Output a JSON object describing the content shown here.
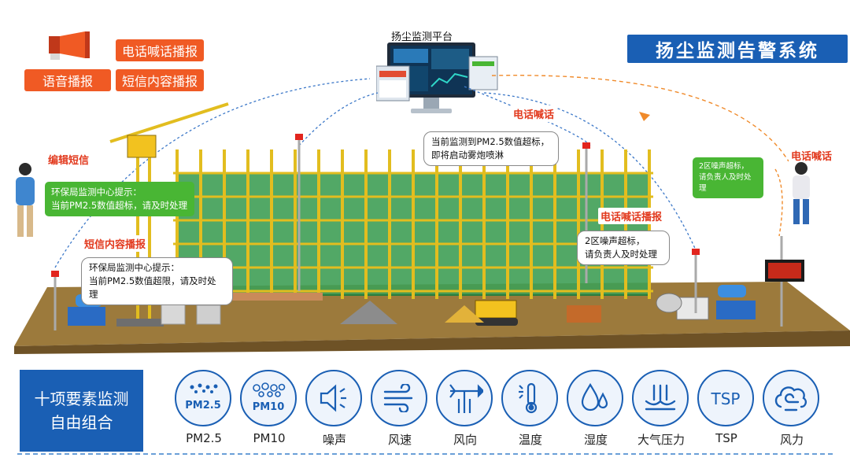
{
  "title": "扬尘监测告警系统",
  "platform_label": "扬尘监测平台",
  "tags": {
    "phone_broadcast": "电话喊话播报",
    "voice_broadcast": "语音播报",
    "sms_broadcast": "短信内容播报"
  },
  "red_labels": {
    "edit_sms": "编辑短信",
    "sms_broadcast": "短信内容播报",
    "phone_call_center": "电话喊话",
    "phone_broadcast_right": "电话喊话播报",
    "phone_call_right": "电话喊话"
  },
  "messages": {
    "green_left": [
      "环保局监测中心提示：",
      "当前PM2.5数值超标，请及时处理"
    ],
    "bubble_left": [
      "环保局监测中心提示：",
      "当前PM2.5数值超限，请及时处理"
    ],
    "bubble_center": [
      "当前监测到PM2.5数值超标，",
      "即将启动雾炮喷淋"
    ],
    "bubble_right": [
      "2区噪声超标，",
      "请负责人及时处理"
    ],
    "green_right": [
      "2区噪声超标，",
      "请负责人及时处理"
    ]
  },
  "panel": {
    "heading_line1": "十项要素监测",
    "heading_line2": "自由组合",
    "sensors": [
      {
        "label": "PM2.5",
        "icon": "pm25-icon",
        "text": "PM2.5"
      },
      {
        "label": "PM10",
        "icon": "pm10-icon",
        "text": "PM10"
      },
      {
        "label": "噪声",
        "icon": "speaker-icon"
      },
      {
        "label": "风速",
        "icon": "wind-speed-icon"
      },
      {
        "label": "风向",
        "icon": "wind-vane-icon"
      },
      {
        "label": "温度",
        "icon": "thermometer-icon"
      },
      {
        "label": "湿度",
        "icon": "water-drop-icon"
      },
      {
        "label": "大气压力",
        "icon": "pressure-icon"
      },
      {
        "label": "TSP",
        "icon": "tsp-icon",
        "text": "TSP"
      },
      {
        "label": "风力",
        "icon": "wind-force-icon"
      }
    ]
  },
  "colors": {
    "brand_blue": "#1a5fb4",
    "tag_orange": "#f05a24",
    "alert_red": "#e23a1e",
    "message_green": "#49b634",
    "mesh_green": "#3f9f55",
    "scaffold_yellow": "#e2bd1f",
    "ground_brown": "#9c7a3c"
  }
}
